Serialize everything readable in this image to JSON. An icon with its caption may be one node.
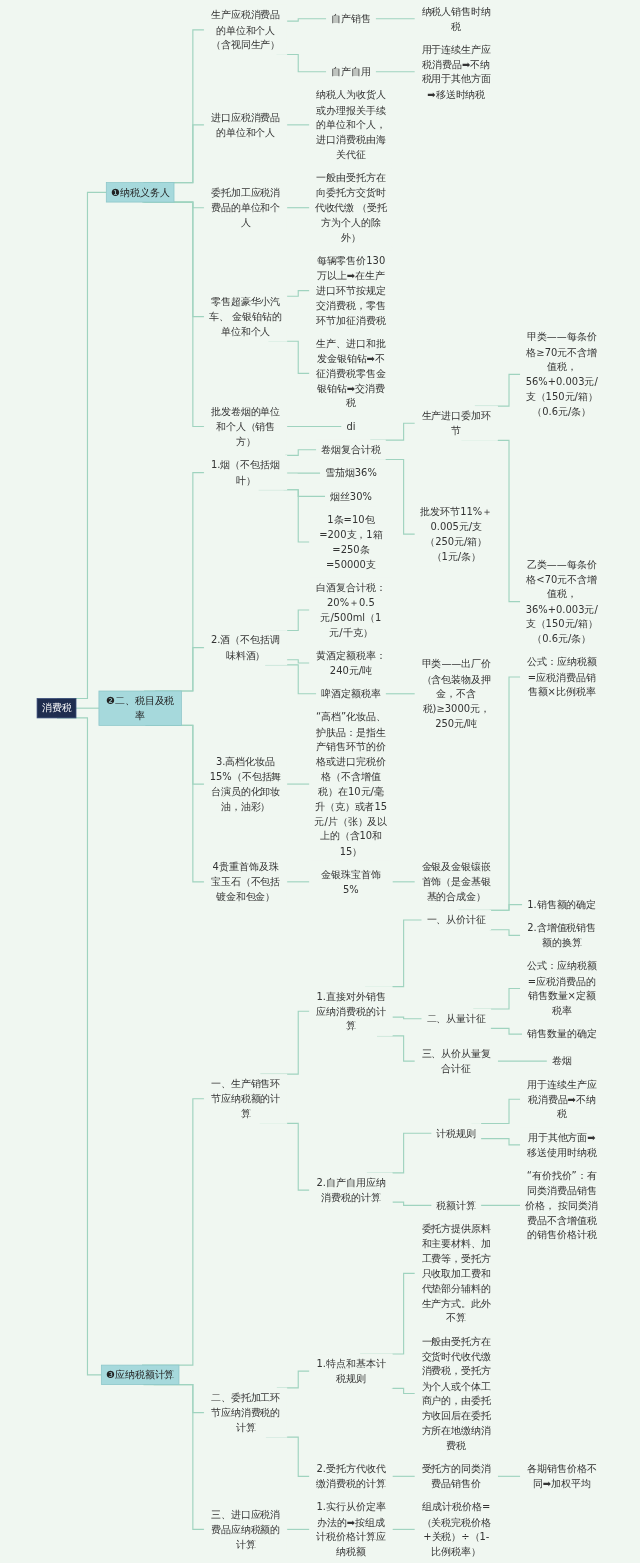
{
  "diagram": {
    "nodes": [
      {
        "text": [
          "消费税"
        ]
      },
      {
        "text": [
          "❶纳税义务人"
        ]
      },
      {
        "text": [
          "生产应税消费品的单位和个人（含视同生产）"
        ]
      },
      {
        "text": [
          "自产销售"
        ]
      },
      {
        "text": [
          "纳税人销售时纳税"
        ]
      },
      {
        "text": [
          "自产自用"
        ]
      },
      {
        "text": [
          "用于连续生产应税消费品➡不纳税用于其他方面➡移送时纳税"
        ]
      },
      {
        "text": [
          "进口应税消费品的单位和个人"
        ]
      },
      {
        "text": [
          "纳税人为收货人或办理报关手续的单位和个人，进口消费税由海关代征"
        ]
      },
      {
        "text": [
          "委托加工应税消费品的单位和个人"
        ]
      },
      {
        "text": [
          "一般由受托方在向委托方交货时代收代缴 （受托方为个人的除外）"
        ]
      },
      {
        "text": [
          "零售超豪华小汽车、 金银铂钻的单位和个人"
        ]
      },
      {
        "text": [
          "每辆零售价130万以上➡在生产进口环节按规定交消费税，零售环节加征消费税"
        ]
      },
      {
        "text": [
          "生产、进口和批发金银铂钻➡不征消费税零售金银铂钻➡交消费税"
        ]
      },
      {
        "text": [
          "批发卷烟的单位和个人（销售方）"
        ]
      },
      {
        "text": [
          "di"
        ]
      },
      {
        "text": [
          "❷二、税目及税率"
        ]
      },
      {
        "text": [
          "1.烟（不包括烟叶）"
        ]
      },
      {
        "text": [
          "卷烟复合计税"
        ]
      },
      {
        "text": [
          "生产进口委加环节"
        ]
      },
      {
        "text": [
          "甲类——每条价格≥70元不含增值税，56%+0.003元/支（150元/箱）（0.6元/条）"
        ]
      },
      {
        "text": [
          "乙类——每条价格<70元不含增值税，36%+0.003元/支（150元/箱）（0.6元/条）"
        ]
      },
      {
        "text": [
          "批发环节11%＋0.005元/支（250元/箱）（1元/条）"
        ]
      },
      {
        "text": [
          "雪茄烟36%"
        ]
      },
      {
        "text": [
          "烟丝30%"
        ]
      },
      {
        "text": [
          "1条=10包=200支，1箱=250条=50000支"
        ]
      },
      {
        "text": [
          "2.酒（不包括调味料酒）"
        ]
      },
      {
        "text": [
          "白酒复合计税：20%＋0.5元/500ml（1元/千克）"
        ]
      },
      {
        "text": [
          "黄酒定额税率：240元/吨"
        ]
      },
      {
        "text": [
          "啤酒定额税率"
        ]
      },
      {
        "text": [
          "甲类——出厂价（含包装物及押金，不含税)≥3000元，250元/吨"
        ]
      },
      {
        "text": [
          "3.高档化妆品15%（不包括舞台演员的化卸妆油，油彩）"
        ]
      },
      {
        "text": [
          "“高档”化妆品、护肤品：是指生产销售环节的价格或进口完税价格（不含增值税）在10元/毫升（克）或者15元/片（张）及以上的（含10和15）"
        ]
      },
      {
        "text": [
          "4贵重首饰及珠宝玉石（不包括镀金和包金）"
        ]
      },
      {
        "text": [
          "金银珠宝首饰5%"
        ]
      },
      {
        "text": [
          "金银及金银镶嵌首饰（是金基银基的合成金）"
        ]
      },
      {
        "text": [
          "❸应纳税额计算"
        ]
      },
      {
        "text": [
          "一、生产销售环节应纳税额的计算"
        ]
      },
      {
        "text": [
          "1.直接对外销售应纳消费税的计算"
        ]
      },
      {
        "text": [
          "一、从价计征"
        ]
      },
      {
        "text": [
          "公式：应纳税额=应税消费品销售额×比例税率"
        ]
      },
      {
        "text": [
          "1.销售额的确定"
        ]
      },
      {
        "text": [
          "2.含增值税销售额的换算"
        ]
      },
      {
        "text": [
          "二、从量计征"
        ]
      },
      {
        "text": [
          "公式：应纳税额=应税消费品的销售数量×定额税率"
        ]
      },
      {
        "text": [
          "销售数量的确定"
        ]
      },
      {
        "text": [
          "三、从价从量复合计征"
        ]
      },
      {
        "text": [
          "卷烟"
        ]
      },
      {
        "text": [
          "2.自产自用应纳消费税的计算"
        ]
      },
      {
        "text": [
          "计税规则"
        ]
      },
      {
        "text": [
          "用于连续生产应税消费品➡不纳税"
        ]
      },
      {
        "text": [
          "用于其他方面➡移送使用时纳税"
        ]
      },
      {
        "text": [
          "税额计算"
        ]
      },
      {
        "text": [
          "“有价找价”：有同类消费品销售价格， 按同类消费品不含增值税的销售价格计税"
        ]
      },
      {
        "text": [
          "二、委托加工环节应纳消费税的计算"
        ]
      },
      {
        "text": [
          "1.特点和基本计税规则"
        ]
      },
      {
        "text": [
          "委托方提供原料和主要材料、加工费等，受托方只收取加工费和代垫部分辅料的生产方式。此外不算"
        ]
      },
      {
        "text": [
          "一般由受托方在交货时代收代缴消费税，受托方为个人或个体工商户的，由委托方收回后在委托方所在地缴纳消费税"
        ]
      },
      {
        "text": [
          "2.受托方代收代缴消费税的计算"
        ]
      },
      {
        "text": [
          "受托方的同类消费品销售价"
        ]
      },
      {
        "text": [
          "各期销售价格不同➡加权平均"
        ]
      },
      {
        "text": [
          "三、进口应税消费品应纳税额的计算"
        ]
      },
      {
        "text": [
          "1.实行从价定率办法的➡按组成计税价格计算应纳税额"
        ]
      },
      {
        "text": [
          "组成计税价格=（关税完税价格+关税）÷（1-比例税率）"
        ]
      }
    ],
    "edges": [
      {
        "from": 0,
        "to": 1,
        "arrow": "none"
      },
      {
        "from": 1,
        "to": 2,
        "arrow": "none"
      },
      {
        "from": 2,
        "to": 3,
        "arrow": "none"
      },
      {
        "from": 3,
        "to": 4,
        "arrow": "none"
      },
      {
        "from": 2,
        "to": 5,
        "arrow": "none"
      },
      {
        "from": 5,
        "to": 6,
        "arrow": "none"
      },
      {
        "from": 1,
        "to": 7,
        "arrow": "none"
      },
      {
        "from": 7,
        "to": 8,
        "arrow": "none"
      },
      {
        "from": 1,
        "to": 9,
        "arrow": "none"
      },
      {
        "from": 9,
        "to": 10,
        "arrow": "none"
      },
      {
        "from": 1,
        "to": 11,
        "arrow": "none"
      },
      {
        "from": 11,
        "to": 12,
        "arrow": "none"
      },
      {
        "from": 11,
        "to": 13,
        "arrow": "none"
      },
      {
        "from": 1,
        "to": 14,
        "arrow": "none"
      },
      {
        "from": 14,
        "to": 15,
        "arrow": "none"
      },
      {
        "from": 0,
        "to": 16,
        "arrow": "none"
      },
      {
        "from": 16,
        "to": 17,
        "arrow": "none"
      },
      {
        "from": 17,
        "to": 18,
        "arrow": "none"
      },
      {
        "from": 18,
        "to": 19,
        "arrow": "none"
      },
      {
        "from": 19,
        "to": 20,
        "arrow": "none"
      },
      {
        "from": 19,
        "to": 21,
        "arrow": "none"
      },
      {
        "from": 18,
        "to": 22,
        "arrow": "none"
      },
      {
        "from": 17,
        "to": 23,
        "arrow": "none"
      },
      {
        "from": 17,
        "to": 24,
        "arrow": "none"
      },
      {
        "from": 17,
        "to": 25,
        "arrow": "none"
      },
      {
        "from": 16,
        "to": 26,
        "arrow": "none"
      },
      {
        "from": 26,
        "to": 27,
        "arrow": "none"
      },
      {
        "from": 26,
        "to": 28,
        "arrow": "none"
      },
      {
        "from": 26,
        "to": 29,
        "arrow": "none"
      },
      {
        "from": 29,
        "to": 30,
        "arrow": "none"
      },
      {
        "from": 16,
        "to": 31,
        "arrow": "none"
      },
      {
        "from": 31,
        "to": 32,
        "arrow": "none"
      },
      {
        "from": 16,
        "to": 33,
        "arrow": "none"
      },
      {
        "from": 33,
        "to": 34,
        "arrow": "none"
      },
      {
        "from": 34,
        "to": 35,
        "arrow": "none"
      },
      {
        "from": 0,
        "to": 36,
        "arrow": "none"
      },
      {
        "from": 36,
        "to": 37,
        "arrow": "none"
      },
      {
        "from": 37,
        "to": 38,
        "arrow": "none"
      },
      {
        "from": 38,
        "to": 39,
        "arrow": "none"
      },
      {
        "from": 39,
        "to": 40,
        "arrow": "none"
      },
      {
        "from": 39,
        "to": 41,
        "arrow": "none"
      },
      {
        "from": 39,
        "to": 42,
        "arrow": "none"
      },
      {
        "from": 38,
        "to": 43,
        "arrow": "none"
      },
      {
        "from": 43,
        "to": 44,
        "arrow": "none"
      },
      {
        "from": 43,
        "to": 45,
        "arrow": "none"
      },
      {
        "from": 38,
        "to": 46,
        "arrow": "none"
      },
      {
        "from": 46,
        "to": 47,
        "arrow": "none"
      },
      {
        "from": 37,
        "to": 48,
        "arrow": "none"
      },
      {
        "from": 48,
        "to": 49,
        "arrow": "none"
      },
      {
        "from": 49,
        "to": 50,
        "arrow": "none"
      },
      {
        "from": 49,
        "to": 51,
        "arrow": "none"
      },
      {
        "from": 48,
        "to": 52,
        "arrow": "none"
      },
      {
        "from": 52,
        "to": 53,
        "arrow": "none"
      },
      {
        "from": 36,
        "to": 54,
        "arrow": "none"
      },
      {
        "from": 54,
        "to": 55,
        "arrow": "none"
      },
      {
        "from": 55,
        "to": 56,
        "arrow": "none"
      },
      {
        "from": 55,
        "to": 57,
        "arrow": "none"
      },
      {
        "from": 54,
        "to": 58,
        "arrow": "none"
      },
      {
        "from": 58,
        "to": 59,
        "arrow": "none"
      },
      {
        "from": 59,
        "to": 60,
        "arrow": "none"
      },
      {
        "from": 36,
        "to": 61,
        "arrow": "none"
      },
      {
        "from": 61,
        "to": 62,
        "arrow": "none"
      },
      {
        "from": 62,
        "to": 63,
        "arrow": "none"
      }
    ]
  }
}
